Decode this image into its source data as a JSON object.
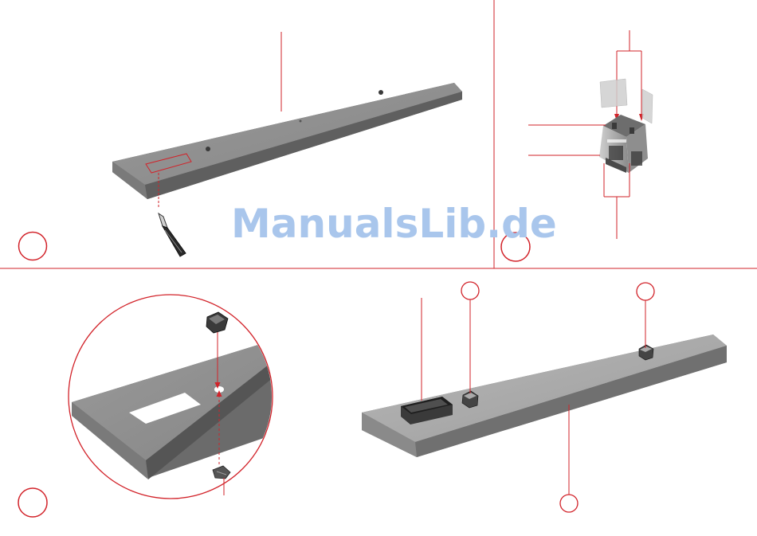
{
  "watermark": {
    "text": "ManualsLib.de",
    "color": "#a9c6ec"
  },
  "colors": {
    "accent": "#d2232a",
    "plate_top": "#8f8f8f",
    "plate_side": "#6a6a6a",
    "background": "#ffffff"
  },
  "steps": [
    {
      "id": 1,
      "label": ""
    },
    {
      "id": 2,
      "label": ""
    },
    {
      "id": 3,
      "label": ""
    },
    {
      "id": 4,
      "label": ""
    }
  ]
}
